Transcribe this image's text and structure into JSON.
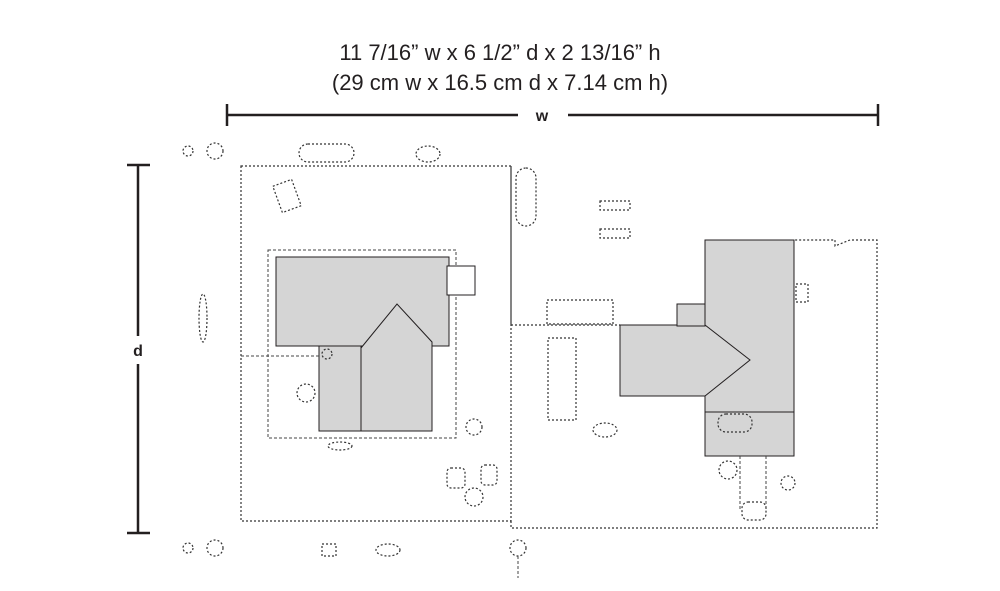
{
  "dimensions": {
    "imperial": "11 7/16” w x 6 1/2” d x 2 13/16” h",
    "metric": "(29 cm w x 16.5 cm d x 7.14 cm h)",
    "width_label": "w",
    "depth_label": "d"
  }
}
